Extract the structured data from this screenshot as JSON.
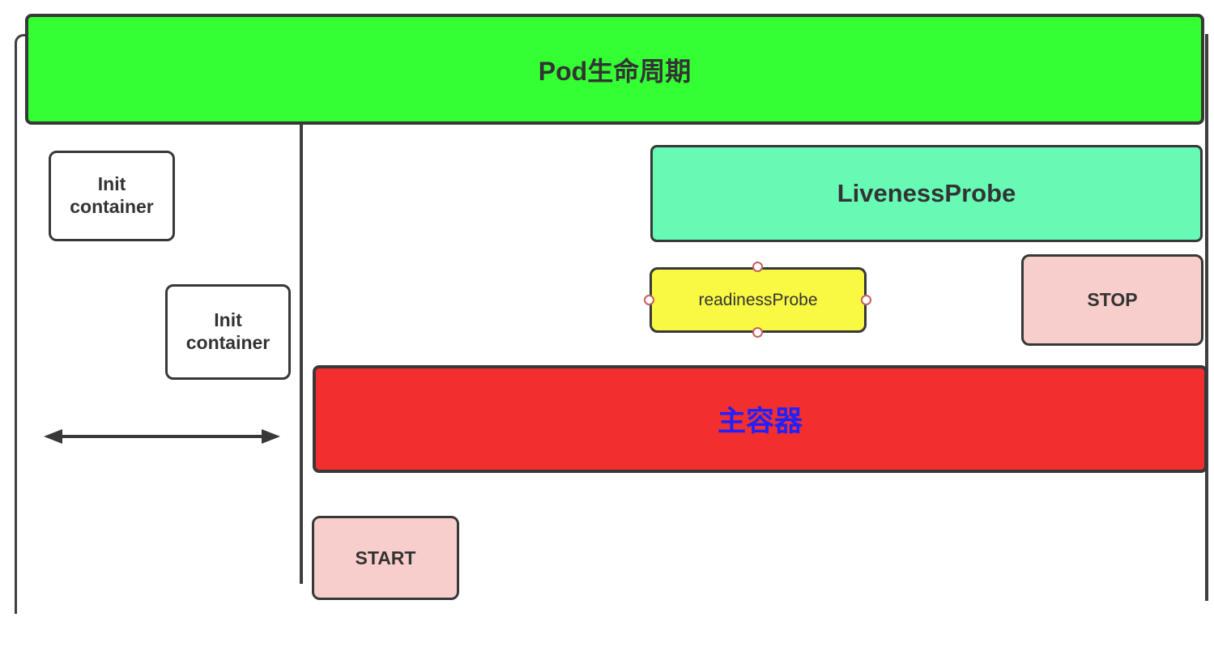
{
  "diagram": {
    "title": {
      "label": "Pod生命周期"
    },
    "colors": {
      "banner_green": "#33ff33",
      "liveness_mint": "#66fab4",
      "readiness_yellow": "#f9f943",
      "main_red": "#f22e2e",
      "stop_start_pink": "#f8cecc",
      "shape_border": "#383838",
      "label_dark": "#333333",
      "main_label_blue": "#2020ff",
      "selection_handle": "#c75f5f"
    },
    "nodes": {
      "init_container_1": {
        "label": "Init container"
      },
      "init_container_2": {
        "label": "Init container"
      },
      "liveness_probe": {
        "label": "LivenessProbe"
      },
      "readiness_probe": {
        "label": "readinessProbe",
        "selected": true
      },
      "stop": {
        "label": "STOP"
      },
      "main_container": {
        "label": "主容器"
      },
      "start": {
        "label": "START"
      }
    }
  }
}
